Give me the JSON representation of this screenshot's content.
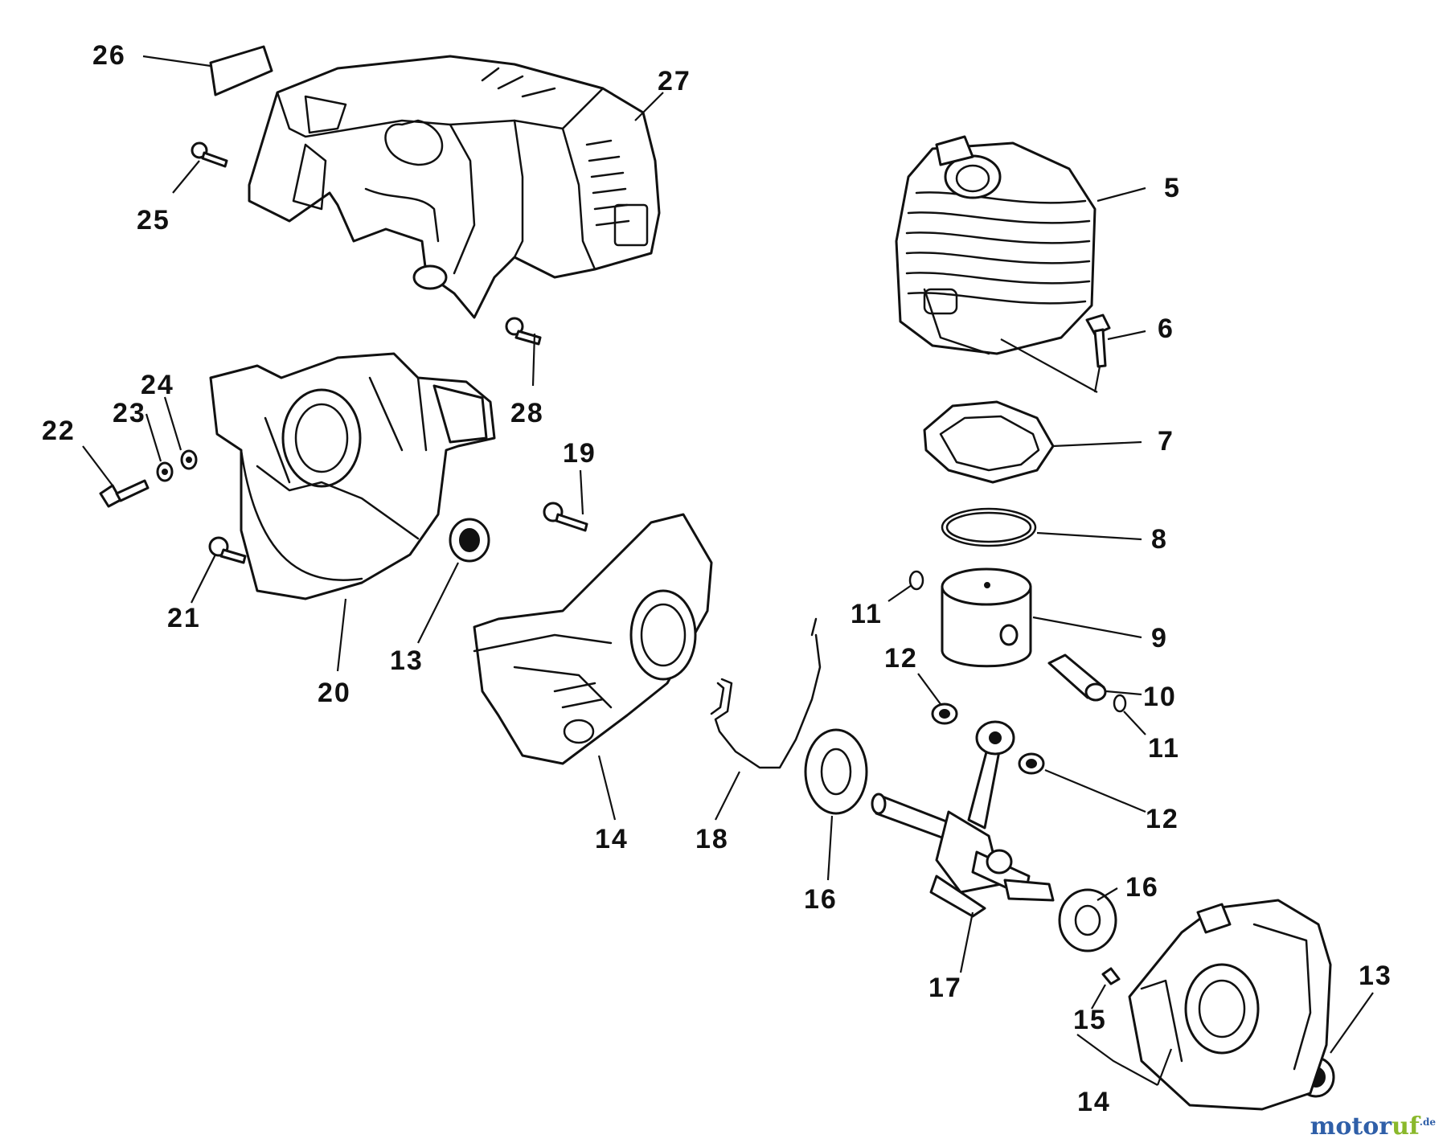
{
  "labels": {
    "p26": "26",
    "p27": "27",
    "p25": "25",
    "p5": "5",
    "p6": "6",
    "p7": "7",
    "p8": "8",
    "p9": "9",
    "p10": "10",
    "p11a": "11",
    "p11b": "11",
    "p12a": "12",
    "p12b": "12",
    "p24": "24",
    "p23": "23",
    "p22": "22",
    "p21": "21",
    "p20": "20",
    "p13a": "13",
    "p13b": "13",
    "p19": "19",
    "p28": "28",
    "p14a": "14",
    "p14b": "14",
    "p18": "18",
    "p16a": "16",
    "p16b": "16",
    "p17": "17",
    "p15": "15"
  },
  "watermark": {
    "part_a": "motor",
    "part_b": "uf",
    "suffix": ".de"
  },
  "icons": {
    "cover": "engine-cover-icon",
    "cylinder": "cylinder-icon",
    "crankcase": "crankcase-icon",
    "crankshaft": "crankshaft-icon"
  }
}
